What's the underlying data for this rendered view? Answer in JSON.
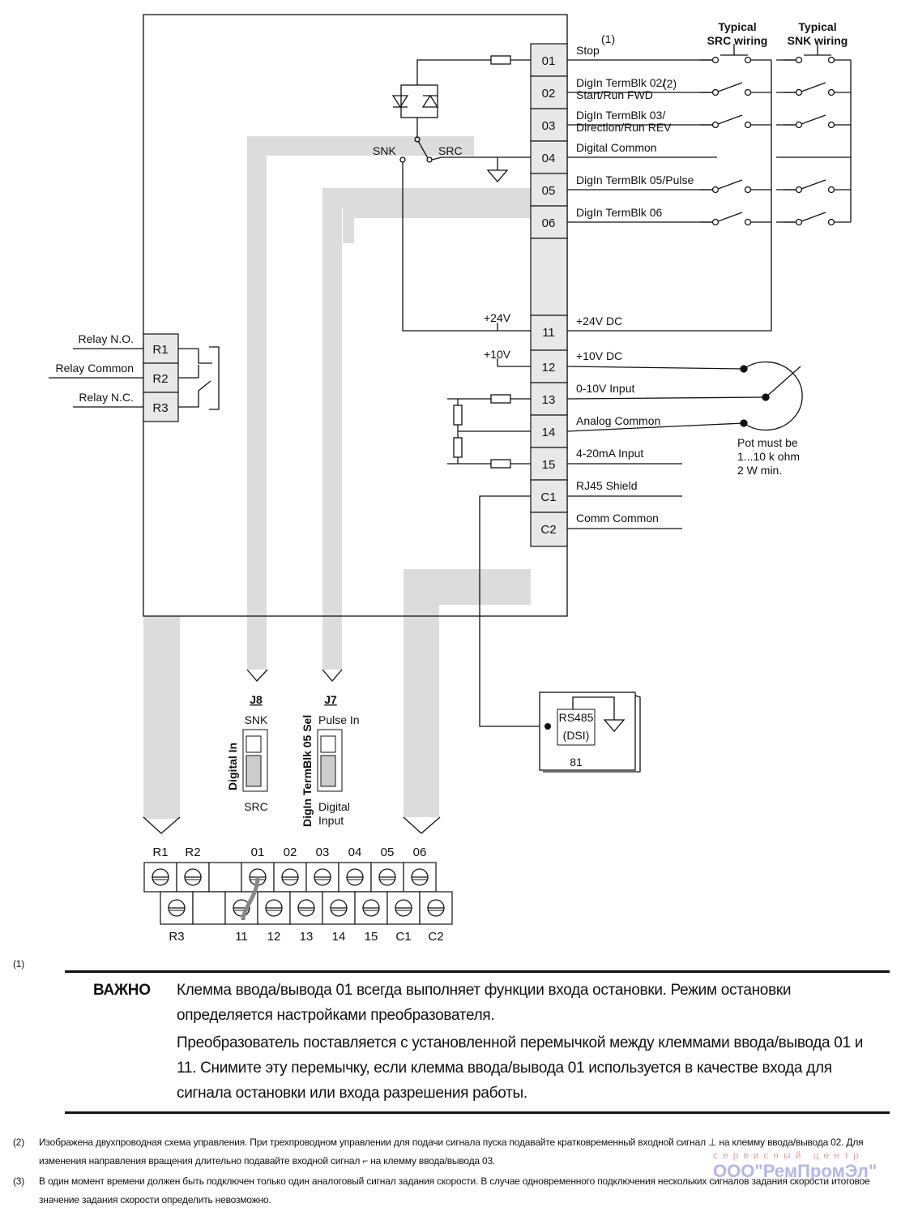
{
  "headers": {
    "src": [
      "Typical",
      "SRC wiring"
    ],
    "snk": [
      "Typical",
      "SNK wiring"
    ]
  },
  "top_terminals": [
    {
      "num": "01",
      "label": "Stop",
      "sup": "(1)"
    },
    {
      "num": "02",
      "label": "DigIn TermBlk 02/",
      "label2": "Start/Run FWD",
      "sup": "(2)"
    },
    {
      "num": "03",
      "label": "DigIn TermBlk 03/",
      "label2": "Direction/Run REV"
    },
    {
      "num": "04",
      "label": "Digital Common"
    },
    {
      "num": "05",
      "label": "DigIn TermBlk 05/Pulse"
    },
    {
      "num": "06",
      "label": "DigIn TermBlk 06"
    }
  ],
  "bottom_terminals": [
    {
      "num": "11",
      "label": "+24V DC",
      "tag": "+24V"
    },
    {
      "num": "12",
      "label": "+10V DC",
      "tag": "+10V"
    },
    {
      "num": "13",
      "label": "0-10V Input"
    },
    {
      "num": "14",
      "label": "Analog Common"
    },
    {
      "num": "15",
      "label": "4-20mA Input"
    },
    {
      "num": "C1",
      "label": "RJ45 Shield"
    },
    {
      "num": "C2",
      "label": "Comm Common"
    }
  ],
  "relay": [
    {
      "num": "R1",
      "label": "Relay N.O."
    },
    {
      "num": "R2",
      "label": "Relay Common"
    },
    {
      "num": "R3",
      "label": "Relay N.C."
    }
  ],
  "switch": {
    "snk": "SNK",
    "src": "SRC"
  },
  "pot_note": [
    "Pot must be",
    "1...10 k ohm",
    "2 W min."
  ],
  "jumpers": {
    "j8": {
      "title": "J8",
      "top": "SNK",
      "bottom": "SRC",
      "side": "Digital In"
    },
    "j7": {
      "title": "J7",
      "top": "Pulse In",
      "bottom": [
        "Digital",
        "Input"
      ],
      "side": "DigIn TermBlk 05 Sel"
    }
  },
  "rs485": {
    "line1": "RS485",
    "line2": "(DSI)",
    "pin": "81"
  },
  "block_top": [
    "R1",
    "R2",
    "",
    "01",
    "02",
    "03",
    "04",
    "05",
    "06"
  ],
  "block_bottom": [
    "R3",
    "",
    "11",
    "12",
    "13",
    "14",
    "15",
    "C1",
    "C2"
  ],
  "notes": {
    "marker1": "(1)",
    "important": "ВАЖНО",
    "p1": "Клемма ввода/вывода 01 всегда выполняет функции входа остановки. Режим остановки определяется настройками преобразователя.",
    "p2": "Преобразователь поставляется с установленной перемычкой между клеммами ввода/вывода 01 и 11. Снимите эту перемычку, если клемма ввода/вывода 01 используется в качестве входа для сигнала остановки или входа разрешения работы.",
    "fn2_mark": "(2)",
    "fn2a": "Изображена двухпроводная схема управления. При трехпроводном управлении для подачи сигнала пуска подавайте кратковременный входной сигнал",
    "fn2b": "на клемму ввода/вывода 02. Для изменения направления вращения длительно подавайте входной сигнал",
    "fn2c": "на клемму ввода/вывода 03.",
    "fn3_mark": "(3)",
    "fn3": "В один момент времени должен быть подключен только один аналоговый сигнал задания скорости. В случае одновременного подключения нескольких сигналов задания скорости итоговое значение задания скорости определить невозможно."
  },
  "watermark": {
    "line1": "сервисный центр",
    "line2": "ООО\"РемПромЭл\""
  },
  "colors": {
    "gray_path": "#dcdcdc",
    "terminal_fill": "#e8e8e8",
    "watermark_blue": "#7a7ad8",
    "watermark_red": "#e05050"
  }
}
